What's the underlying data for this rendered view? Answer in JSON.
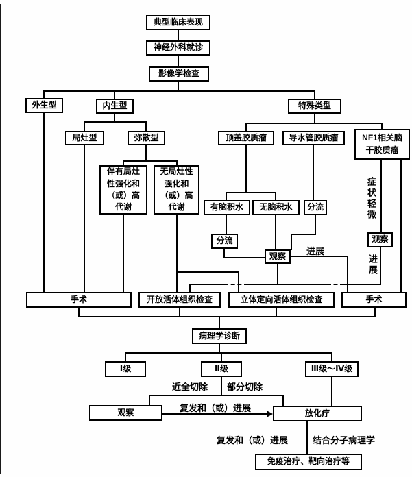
{
  "nodes": {
    "clinical": "典型临床表现",
    "neurosurgery": "神经外科就诊",
    "imaging": "影像学检查",
    "exophytic": "外生型",
    "endophytic": "内生型",
    "special": "特殊类型",
    "focal": "局灶型",
    "diffuse": "弥散型",
    "tectal": "顶盖胶质瘤",
    "aqueduct": "导水管胶质瘤",
    "nf1": "NF1相关脑干胶质瘤",
    "with_enh": "伴有局灶性强化和（或）高代谢",
    "without_enh": "无局灶性强化和（或）高代谢",
    "hydro_yes": "有脑积水",
    "hydro_no": "无脑积水",
    "shunt_right": "分流",
    "shunt_left": "分流",
    "observe_mid": "观察",
    "observe_right": "观察",
    "surgery_left": "手术",
    "open_biopsy": "开放活体组织检查",
    "stereo_biopsy": "立体定向活体组织检查",
    "surgery_right": "手术",
    "pathology": "病理学诊断",
    "grade1": "Ⅰ级",
    "grade2": "Ⅱ级",
    "grade34": "Ⅲ级～Ⅳ级",
    "observe_bottom": "观察",
    "chemoradio": "放化疗",
    "immuno": "免疫治疗、靶向治疗等"
  },
  "edge_labels": {
    "progression_mid": "进展",
    "mild_symptoms": "症状轻微",
    "progression_right": "进展",
    "near_total_resection": "近全切除",
    "partial_resection": "部分切除",
    "recurrence_mid": "复发和（或）进展",
    "recurrence_bottom": "复发和（或）进展",
    "molecular": "结合分子病理学"
  },
  "colors": {
    "line": "#000000",
    "background": "#ffffff",
    "text": "#000000"
  }
}
